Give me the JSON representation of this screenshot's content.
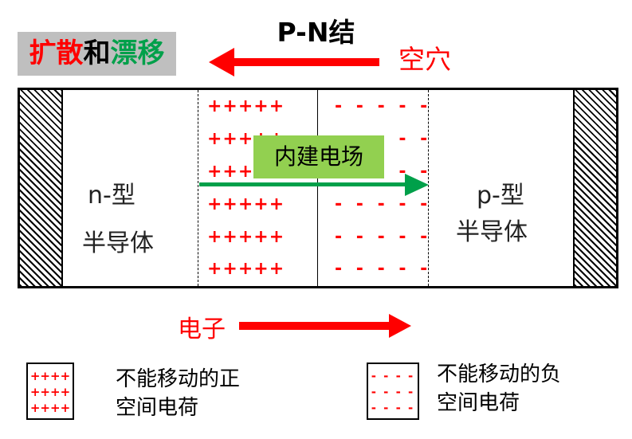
{
  "title": "P-N结",
  "badge": {
    "part1": "扩散",
    "part2": "和",
    "part3": "漂移"
  },
  "hole_label": "空穴",
  "electron_label": "电子",
  "field_label": "内建电场",
  "n_region": {
    "line1": "n-型",
    "line2": "半导体"
  },
  "p_region": {
    "line1": "p-型",
    "line2": "半导体"
  },
  "plus_row": "+++++",
  "minus_row": "- - - - -",
  "legend": {
    "positive": {
      "symbol": "++++",
      "line1": "不能移动的正",
      "line2": "空间电荷"
    },
    "negative": {
      "symbol": "- - - -",
      "line1": "不能移动的负",
      "line2": "空间电荷"
    }
  },
  "colors": {
    "arrow_red": "#ff0000",
    "arrow_green": "#00a04a",
    "field_bg": "#92d050",
    "badge_bg": "#bfbfbf"
  },
  "icons": [
    "hatch-pattern",
    "left-arrow-icon",
    "right-arrow-icon",
    "green-right-arrow-icon"
  ]
}
